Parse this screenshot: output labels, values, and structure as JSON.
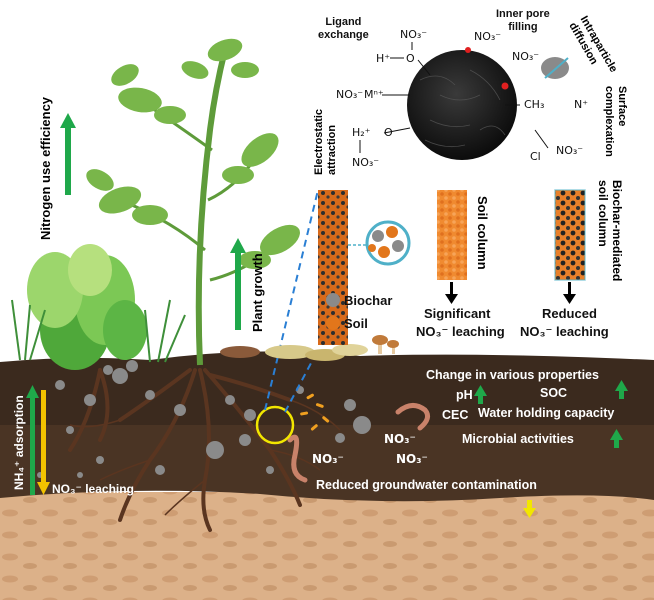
{
  "labels": {
    "ligand_exchange": "Ligand\nexchange",
    "inner_pore_filling": "Inner pore\nfilling",
    "intraparticle_diffusion": "Intraparticle\ndiffusion",
    "surface_complexation": "Surface\ncomplexation",
    "electrostatic_attraction": "Electrostatic\nattraction",
    "nitrogen_use_efficiency": "Nitrogen use efficiency",
    "plant_growth": "Plant growth",
    "soil_column": "Soil column",
    "biochar_soil_column": "Biochar-mediated\nsoil column",
    "legend_biochar": "Biochar",
    "legend_soil": "Soil",
    "significant_leaching_1": "Significant",
    "significant_leaching_2": "NO₃⁻ leaching",
    "reduced_leaching_1": "Reduced",
    "reduced_leaching_2": "NO₃⁻ leaching",
    "nh4_adsorption": "NH₄⁺ adsorption",
    "no3_leaching_side": "NO₃⁻ leaching",
    "change_properties": "Change in various properties",
    "ph": "pH",
    "soc": "SOC",
    "cec": "CEC",
    "water_holding": "Water holding capacity",
    "microbial": "Microbial activities",
    "groundwater": "Reduced groundwater contamination"
  },
  "chem": {
    "no3_top": "NO₃⁻",
    "h_plus": "H⁺",
    "o_top": "O",
    "no3_pore": "NO₃⁻",
    "no3_right_top": "NO₃⁻",
    "no3_mn": "NO₃⁻",
    "mn": "Mⁿ⁺",
    "h2o_plus": "H₂⁺",
    "o_mid": "O",
    "no3_bottom_left": "NO₃⁻",
    "ch3n": "CH₃",
    "n_plus": "N⁺",
    "cl": "Cl",
    "no3_cl": "NO₃⁻",
    "soil_no3_a": "NO₃⁻",
    "soil_no3_b": "NO₃⁻",
    "soil_no3_c": "NO₃⁻"
  },
  "colors": {
    "green_arrow": "#1fa84a",
    "yellow_arrow": "#f2c200",
    "biochar": "#8a8a8a",
    "soil": "#e2761b",
    "topsoil": "#3b2a1e",
    "subsoil": "#4a3424",
    "sand": "#d9ad82",
    "pore_dot": "#e02020"
  }
}
